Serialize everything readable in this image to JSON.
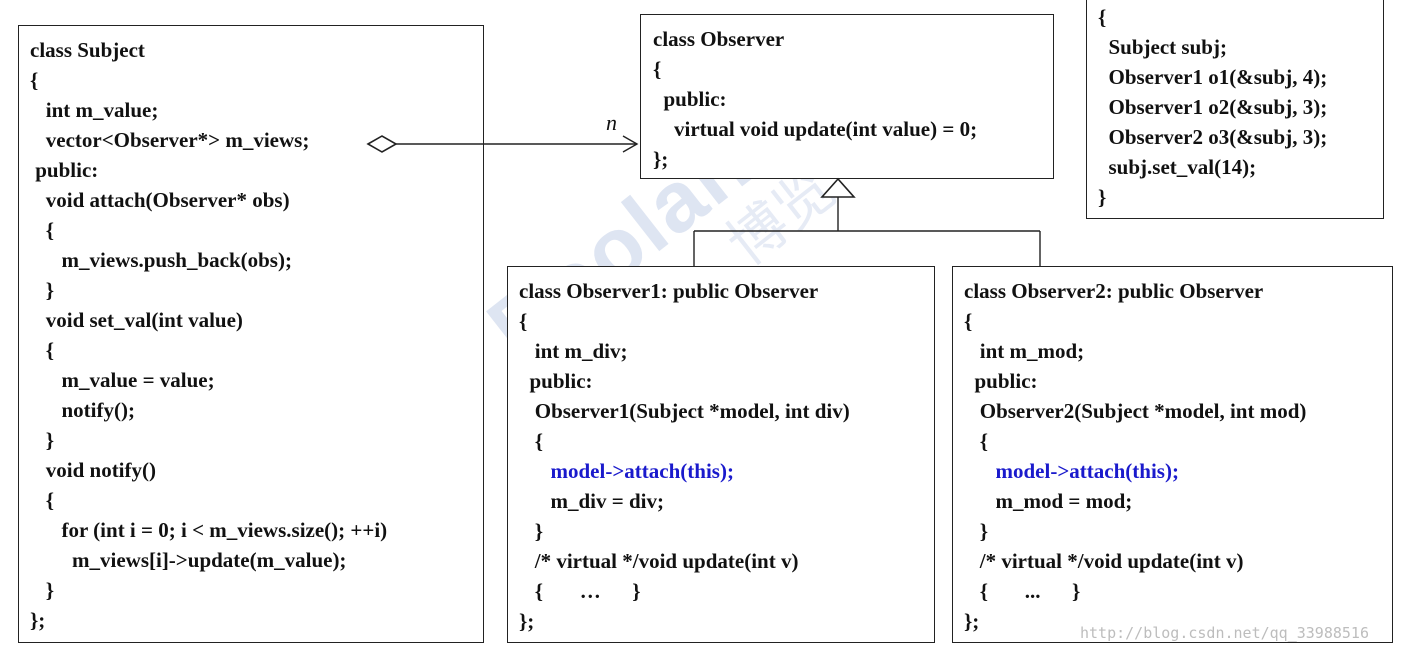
{
  "subject_class": {
    "lines": [
      "class Subject",
      "{",
      "   int m_value;",
      "   vector<Observer*> m_views;",
      " public:",
      "   void attach(Observer* obs)",
      "   {",
      "      m_views.push_back(obs);",
      "   }",
      "   void set_val(int value)",
      "   {",
      "      m_value = value;",
      "      notify();",
      "   }",
      "   void notify()",
      "   {",
      "      for (int i = 0; i < m_views.size(); ++i)",
      "        m_views[i]->update(m_value);",
      "   }",
      "};"
    ]
  },
  "observer_class": {
    "lines": [
      "class Observer",
      "{",
      "  public:",
      "    virtual void update(int value) = 0;",
      "};"
    ]
  },
  "main_block": {
    "lines": [
      "{",
      "  Subject subj;",
      "  Observer1 o1(&subj, 4);",
      "  Observer1 o2(&subj, 3);",
      "  Observer2 o3(&subj, 3);",
      "  subj.set_val(14);",
      "}"
    ]
  },
  "observer1_class": {
    "lines": [
      "class Observer1: public Observer",
      "{",
      "   int m_div;",
      "  public:",
      "   Observer1(Subject *model, int div)",
      "   {",
      "      model->attach(this);",
      "      m_div = div;",
      "   }",
      "   /* virtual */void update(int v)",
      "   {       …      }",
      "};"
    ],
    "highlight_line": 6
  },
  "observer2_class": {
    "lines": [
      "class Observer2: public Observer",
      "{",
      "   int m_mod;",
      "  public:",
      "   Observer2(Subject *model, int mod)",
      "   {",
      "      model->attach(this);",
      "      m_mod = mod;",
      "   }",
      "   /* virtual */void update(int v)",
      "   {       ...      }",
      "};"
    ],
    "highlight_line": 6
  },
  "association": {
    "multiplicity": "n"
  },
  "watermark": {
    "brand": "Boolan",
    "cn": "博览"
  },
  "footer_url": "http://blog.csdn.net/qq_33988516",
  "colors": {
    "highlight": "#1a1acc",
    "border": "#222222",
    "watermark": "#b8c6e3"
  }
}
